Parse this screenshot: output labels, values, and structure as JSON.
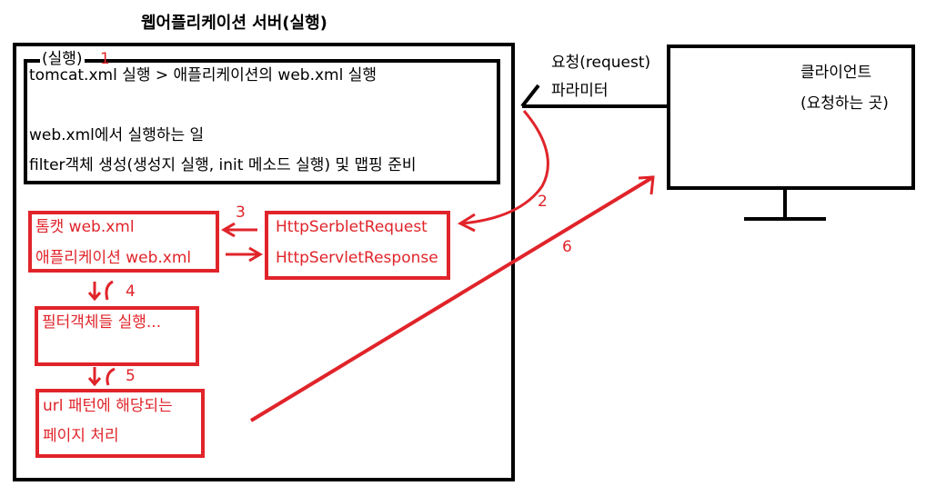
{
  "title": "웹어플리케이션 서버(실행)",
  "server": {
    "step1_label": "(실행)",
    "step1_number": "1",
    "line1": "tomcat.xml 실행 > 애플리케이션의 web.xml 실행",
    "line2": "web.xml에서 실행하는 일",
    "line3": "filter객체 생성(생성지 실행, init 메소드 실행) 및 맵핑 준비"
  },
  "boxes": {
    "tomcat_line1": "톰캣 web.xml",
    "tomcat_line2": "애플리케이션 web.xml",
    "req_line1": "HttpSerbletRequest",
    "req_line2": "HttpServletResponse",
    "filter": "필터객체들 실행...",
    "url_line1": "url 패턴에 해당되는",
    "url_line2": "페이지 처리"
  },
  "steps": {
    "s2": "2",
    "s3": "3",
    "s4": "4",
    "s5": "5",
    "s6": "6"
  },
  "request": {
    "line1": "요청(request)",
    "line2": "파라미터"
  },
  "client": {
    "line1": "클라이언트",
    "line2": "(요청하는 곳)"
  },
  "colors": {
    "ink": "#000000",
    "accent": "#e0242a"
  }
}
